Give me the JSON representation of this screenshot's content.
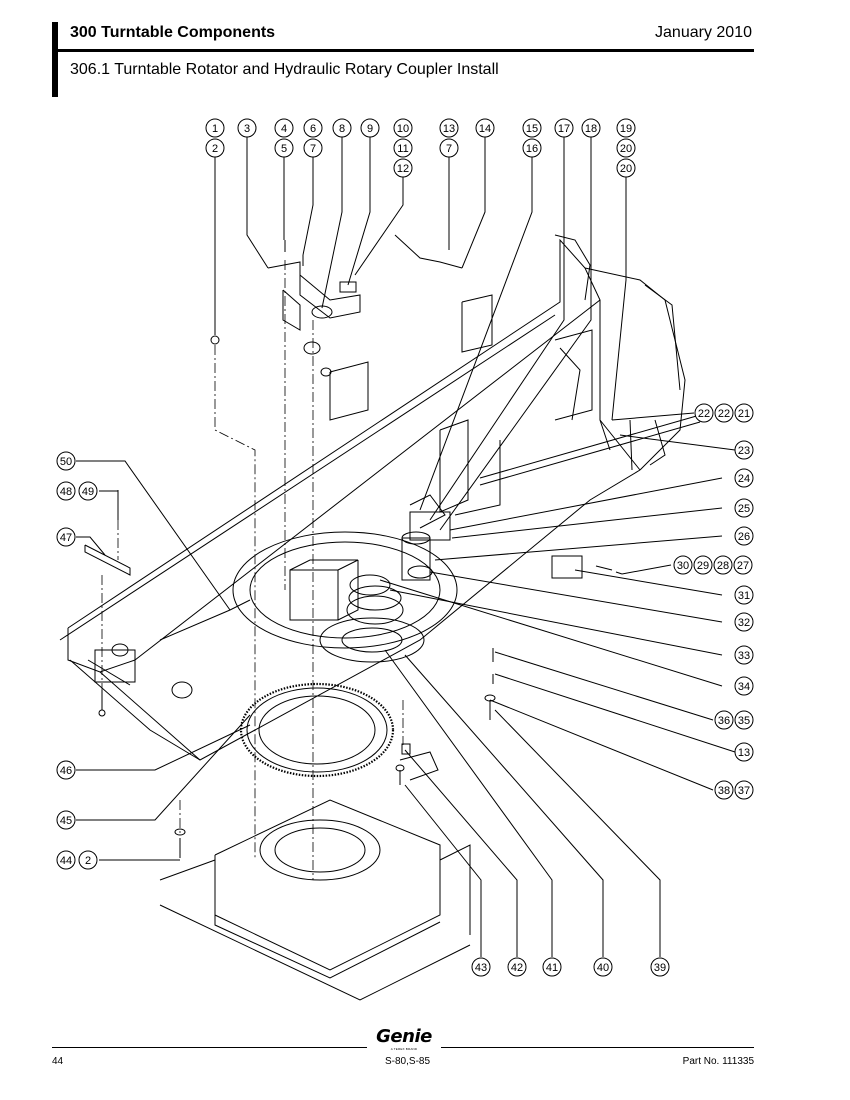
{
  "header": {
    "section_title": "300 Turntable Components",
    "date": "January 2010",
    "subsection_title": "306.1 Turntable Rotator and Hydraulic Rotary Coupler Install"
  },
  "callouts": [
    {
      "id": "c1",
      "label": "1"
    },
    {
      "id": "c2",
      "label": "2"
    },
    {
      "id": "c3",
      "label": "3"
    },
    {
      "id": "c4",
      "label": "4"
    },
    {
      "id": "c5",
      "label": "5"
    },
    {
      "id": "c6",
      "label": "6"
    },
    {
      "id": "c7",
      "label": "7"
    },
    {
      "id": "c8",
      "label": "8"
    },
    {
      "id": "c9",
      "label": "9"
    },
    {
      "id": "c10",
      "label": "10"
    },
    {
      "id": "c11",
      "label": "11"
    },
    {
      "id": "c12",
      "label": "12"
    },
    {
      "id": "c13",
      "label": "13"
    },
    {
      "id": "c13b",
      "label": "7"
    },
    {
      "id": "c14",
      "label": "14"
    },
    {
      "id": "c15",
      "label": "15"
    },
    {
      "id": "c16",
      "label": "16"
    },
    {
      "id": "c17",
      "label": "17"
    },
    {
      "id": "c18",
      "label": "18"
    },
    {
      "id": "c19",
      "label": "19"
    },
    {
      "id": "c20",
      "label": "20"
    },
    {
      "id": "c20b",
      "label": "20"
    },
    {
      "id": "c22a",
      "label": "22"
    },
    {
      "id": "c22b",
      "label": "22"
    },
    {
      "id": "c21",
      "label": "21"
    },
    {
      "id": "c23",
      "label": "23"
    },
    {
      "id": "c24",
      "label": "24"
    },
    {
      "id": "c25",
      "label": "25"
    },
    {
      "id": "c26",
      "label": "26"
    },
    {
      "id": "c30",
      "label": "30"
    },
    {
      "id": "c29",
      "label": "29"
    },
    {
      "id": "c28",
      "label": "28"
    },
    {
      "id": "c27",
      "label": "27"
    },
    {
      "id": "c31",
      "label": "31"
    },
    {
      "id": "c32",
      "label": "32"
    },
    {
      "id": "c33",
      "label": "33"
    },
    {
      "id": "c34",
      "label": "34"
    },
    {
      "id": "c36",
      "label": "36"
    },
    {
      "id": "c35",
      "label": "35"
    },
    {
      "id": "c13c",
      "label": "13"
    },
    {
      "id": "c38",
      "label": "38"
    },
    {
      "id": "c37",
      "label": "37"
    },
    {
      "id": "c50",
      "label": "50"
    },
    {
      "id": "c48",
      "label": "48"
    },
    {
      "id": "c49",
      "label": "49"
    },
    {
      "id": "c47",
      "label": "47"
    },
    {
      "id": "c46",
      "label": "46"
    },
    {
      "id": "c45",
      "label": "45"
    },
    {
      "id": "c44",
      "label": "44"
    },
    {
      "id": "c2b",
      "label": "2"
    },
    {
      "id": "c43",
      "label": "43"
    },
    {
      "id": "c42",
      "label": "42"
    },
    {
      "id": "c41",
      "label": "41"
    },
    {
      "id": "c40",
      "label": "40"
    },
    {
      "id": "c39",
      "label": "39"
    }
  ],
  "footer": {
    "page_number": "44",
    "model": "S-80,S-85",
    "part_number": "Part No. 111335",
    "logo_word": "Genie",
    "logo_sub": "A TEREX BRAND"
  }
}
